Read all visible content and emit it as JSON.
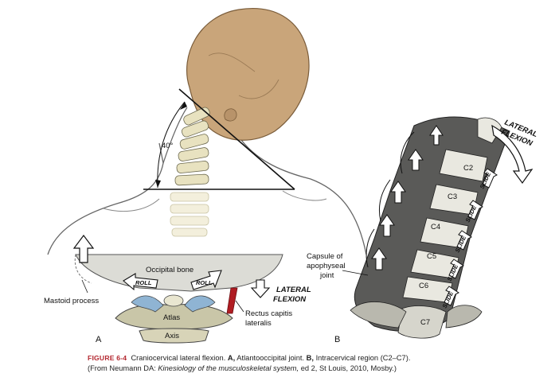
{
  "panel_a": {
    "angle_label": "40°",
    "occipital_label": "Occipital bone",
    "roll_left": "ROLL",
    "roll_right": "ROLL",
    "lateral_flexion_line1": "LATERAL",
    "lateral_flexion_line2": "FLEXION",
    "mastoid_label": "Mastoid process",
    "rectus_line1": "Rectus capitis",
    "rectus_line2": "lateralis",
    "atlas_label": "Atlas",
    "axis_label": "Axis",
    "panel_letter": "A"
  },
  "panel_b": {
    "lateral_flexion_line1": "LATERAL",
    "lateral_flexion_line2": "FLEXION",
    "vertebrae": [
      "C2",
      "C3",
      "C4",
      "C5",
      "C6",
      "C7"
    ],
    "slide_labels": [
      "SLIDE",
      "SLIDE",
      "SLIDE",
      "SLIDE",
      "SLIDE"
    ],
    "capsule_line1": "Capsule of",
    "capsule_line2": "apophyseal",
    "capsule_line3": "joint",
    "panel_letter": "B"
  },
  "caption": {
    "figure_number": "FIGURE 6-4",
    "title": "Craniocervical lateral flexion.",
    "a_letter": "A,",
    "a_text": "Atlantooccipital joint.",
    "b_letter": "B,",
    "b_text": "Intracervical region (C2–C7).",
    "source_pre": "(From Neumann DA:",
    "source_book": "Kinesiology of the musculoskeletal system,",
    "source_post": "ed 2, St Louis, 2010, Mosby.)"
  },
  "colors": {
    "head": "#c9a57a",
    "bone": "#e8e2c0",
    "skin_outline": "#555555",
    "muscle_red": "#b01c22",
    "cartilage_blue": "#8fb4d3",
    "caption_red": "#b3262e"
  }
}
